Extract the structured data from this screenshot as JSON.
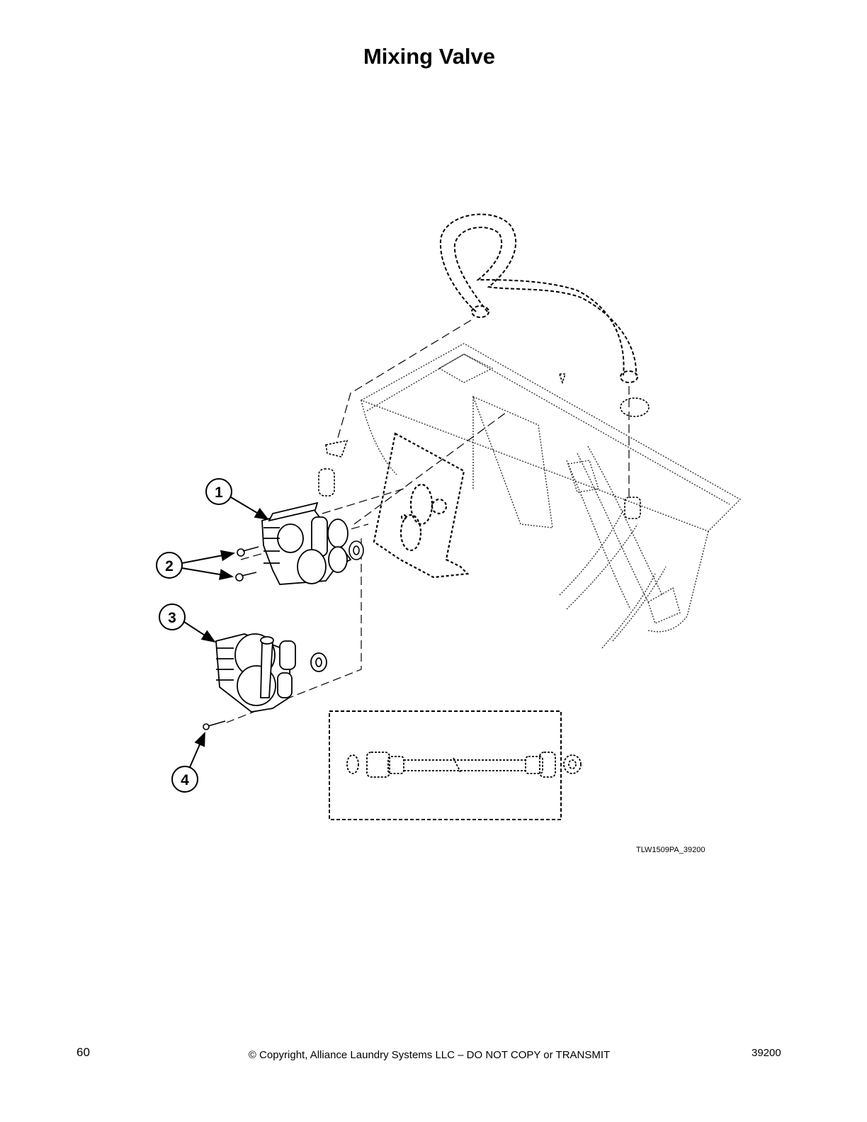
{
  "page": {
    "title": "Mixing Valve",
    "figure_id": "TLW1509PA_39200",
    "page_number": "60",
    "copyright": "© Copyright, Alliance Laundry Systems LLC – DO NOT COPY or TRANSMIT",
    "doc_number": "39200"
  },
  "callouts": [
    "1",
    "2",
    "3",
    "4"
  ]
}
